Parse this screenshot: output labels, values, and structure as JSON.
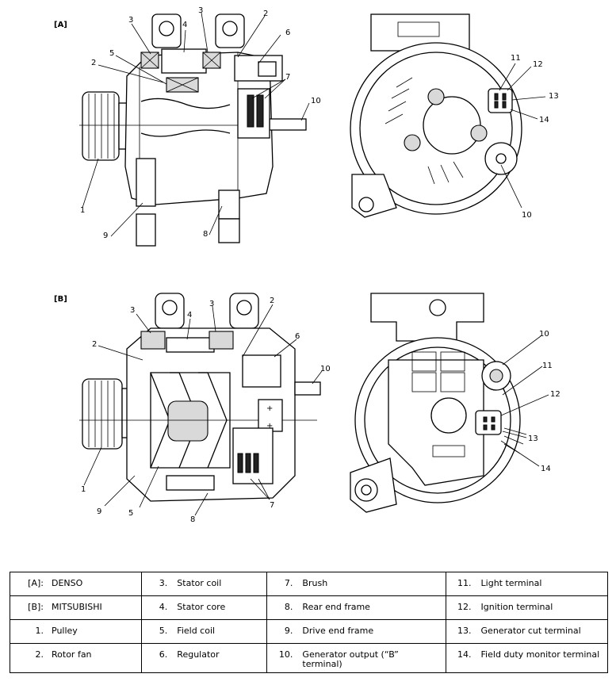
{
  "figure": {
    "tags": {
      "a": "[A]",
      "b": "[B]"
    },
    "callouts_a": {
      "n1": "1",
      "n2": "2",
      "n3a": "3",
      "n3b": "3",
      "n2b": "2",
      "n4": "4",
      "n5": "5",
      "n6": "6",
      "n7": "7",
      "n8": "8",
      "n9": "9",
      "n10": "10"
    },
    "callouts_a_rear": {
      "n10": "10",
      "n11": "11",
      "n12": "12",
      "n13": "13",
      "n14": "14"
    },
    "callouts_b": {
      "n1": "1",
      "n2": "2",
      "n3a": "3",
      "n3b": "3",
      "n2b": "2",
      "n4": "4",
      "n5": "5",
      "n6": "6",
      "n7": "7",
      "n8": "8",
      "n9": "9",
      "n10": "10"
    },
    "callouts_b_rear": {
      "n10": "10",
      "n11": "11",
      "n12": "12",
      "n13": "13",
      "n14": "14"
    },
    "plus": "+"
  },
  "legend": {
    "rows": [
      [
        {
          "k": "[A]:",
          "v": "DENSO"
        },
        {
          "k": "3.",
          "v": "Stator coil"
        },
        {
          "k": "7.",
          "v": "Brush"
        },
        {
          "k": "11.",
          "v": "Light terminal"
        }
      ],
      [
        {
          "k": "[B]:",
          "v": "MITSUBISHI"
        },
        {
          "k": "4.",
          "v": "Stator core"
        },
        {
          "k": "8.",
          "v": "Rear end frame"
        },
        {
          "k": "12.",
          "v": "Ignition terminal"
        }
      ],
      [
        {
          "k": "1.",
          "v": "Pulley"
        },
        {
          "k": "5.",
          "v": "Field coil"
        },
        {
          "k": "9.",
          "v": "Drive end frame"
        },
        {
          "k": "13.",
          "v": "Generator cut terminal"
        }
      ],
      [
        {
          "k": "2.",
          "v": "Rotor fan"
        },
        {
          "k": "6.",
          "v": "Regulator"
        },
        {
          "k": "10.",
          "v": "Generator output (“B” terminal)"
        },
        {
          "k": "14.",
          "v": "Field duty monitor terminal"
        }
      ]
    ]
  }
}
